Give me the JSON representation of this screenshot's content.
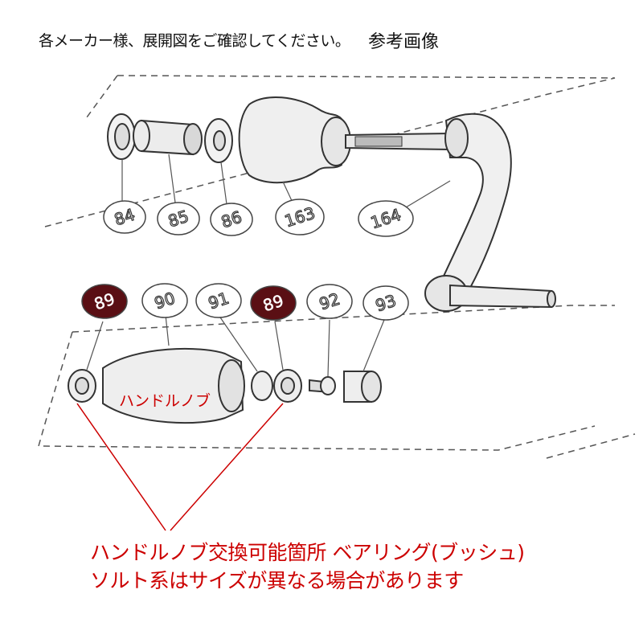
{
  "header": {
    "note": "各メーカー様、展開図をご確認してください。",
    "reference": "参考画像"
  },
  "parts_top": [
    "84",
    "85",
    "86",
    "163",
    "164"
  ],
  "parts_bottom": [
    {
      "number": "89",
      "highlighted": true
    },
    {
      "number": "90",
      "highlighted": false
    },
    {
      "number": "91",
      "highlighted": false
    },
    {
      "number": "89",
      "highlighted": true
    },
    {
      "number": "92",
      "highlighted": false
    },
    {
      "number": "93",
      "highlighted": false
    }
  ],
  "annotations": {
    "knob_label": "ハンドルノブ",
    "caption_line1": "ハンドルノブ交換可能箇所 ベアリング(ブッシュ)",
    "caption_line2": "ソルト系はサイズが異なる場合があります"
  },
  "colors": {
    "annotation": "#cc0000",
    "highlight_fill": "#5a0f14",
    "line": "#333333"
  }
}
